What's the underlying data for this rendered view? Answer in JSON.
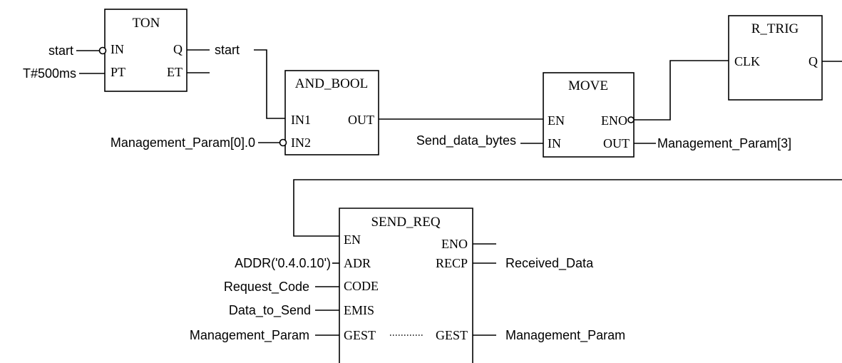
{
  "blocks": {
    "ton": {
      "title": "TON",
      "in_pins": [
        "IN",
        "PT"
      ],
      "out_pins": [
        "Q",
        "ET"
      ]
    },
    "and_bool": {
      "title": "AND_BOOL",
      "in_pins": [
        "IN1",
        "IN2"
      ],
      "out_pins": [
        "OUT"
      ]
    },
    "move": {
      "title": "MOVE",
      "in_pins": [
        "EN",
        "IN"
      ],
      "out_pins": [
        "ENO",
        "OUT"
      ]
    },
    "r_trig": {
      "title": "R_TRIG",
      "in_pins": [
        "CLK"
      ],
      "out_pins": [
        "Q"
      ]
    },
    "send_req": {
      "title": "SEND_REQ",
      "in_pins": [
        "EN",
        "ADR",
        "CODE",
        "EMIS",
        "GEST"
      ],
      "out_pins": [
        "ENO",
        "RECP",
        "GEST"
      ]
    }
  },
  "variables": {
    "ton_in": "start",
    "ton_pt": "T#500ms",
    "ton_q_out": "start",
    "and_in2": "Management_Param[0].0",
    "move_in": "Send_data_bytes",
    "move_out": "Management_Param[3]",
    "send_adr": "ADDR('0.4.0.10')",
    "send_code": "Request_Code",
    "send_emis": "Data_to_Send",
    "send_gest_in": "Management_Param",
    "send_recp": "Received_Data",
    "send_gest_out": "Management_Param"
  }
}
